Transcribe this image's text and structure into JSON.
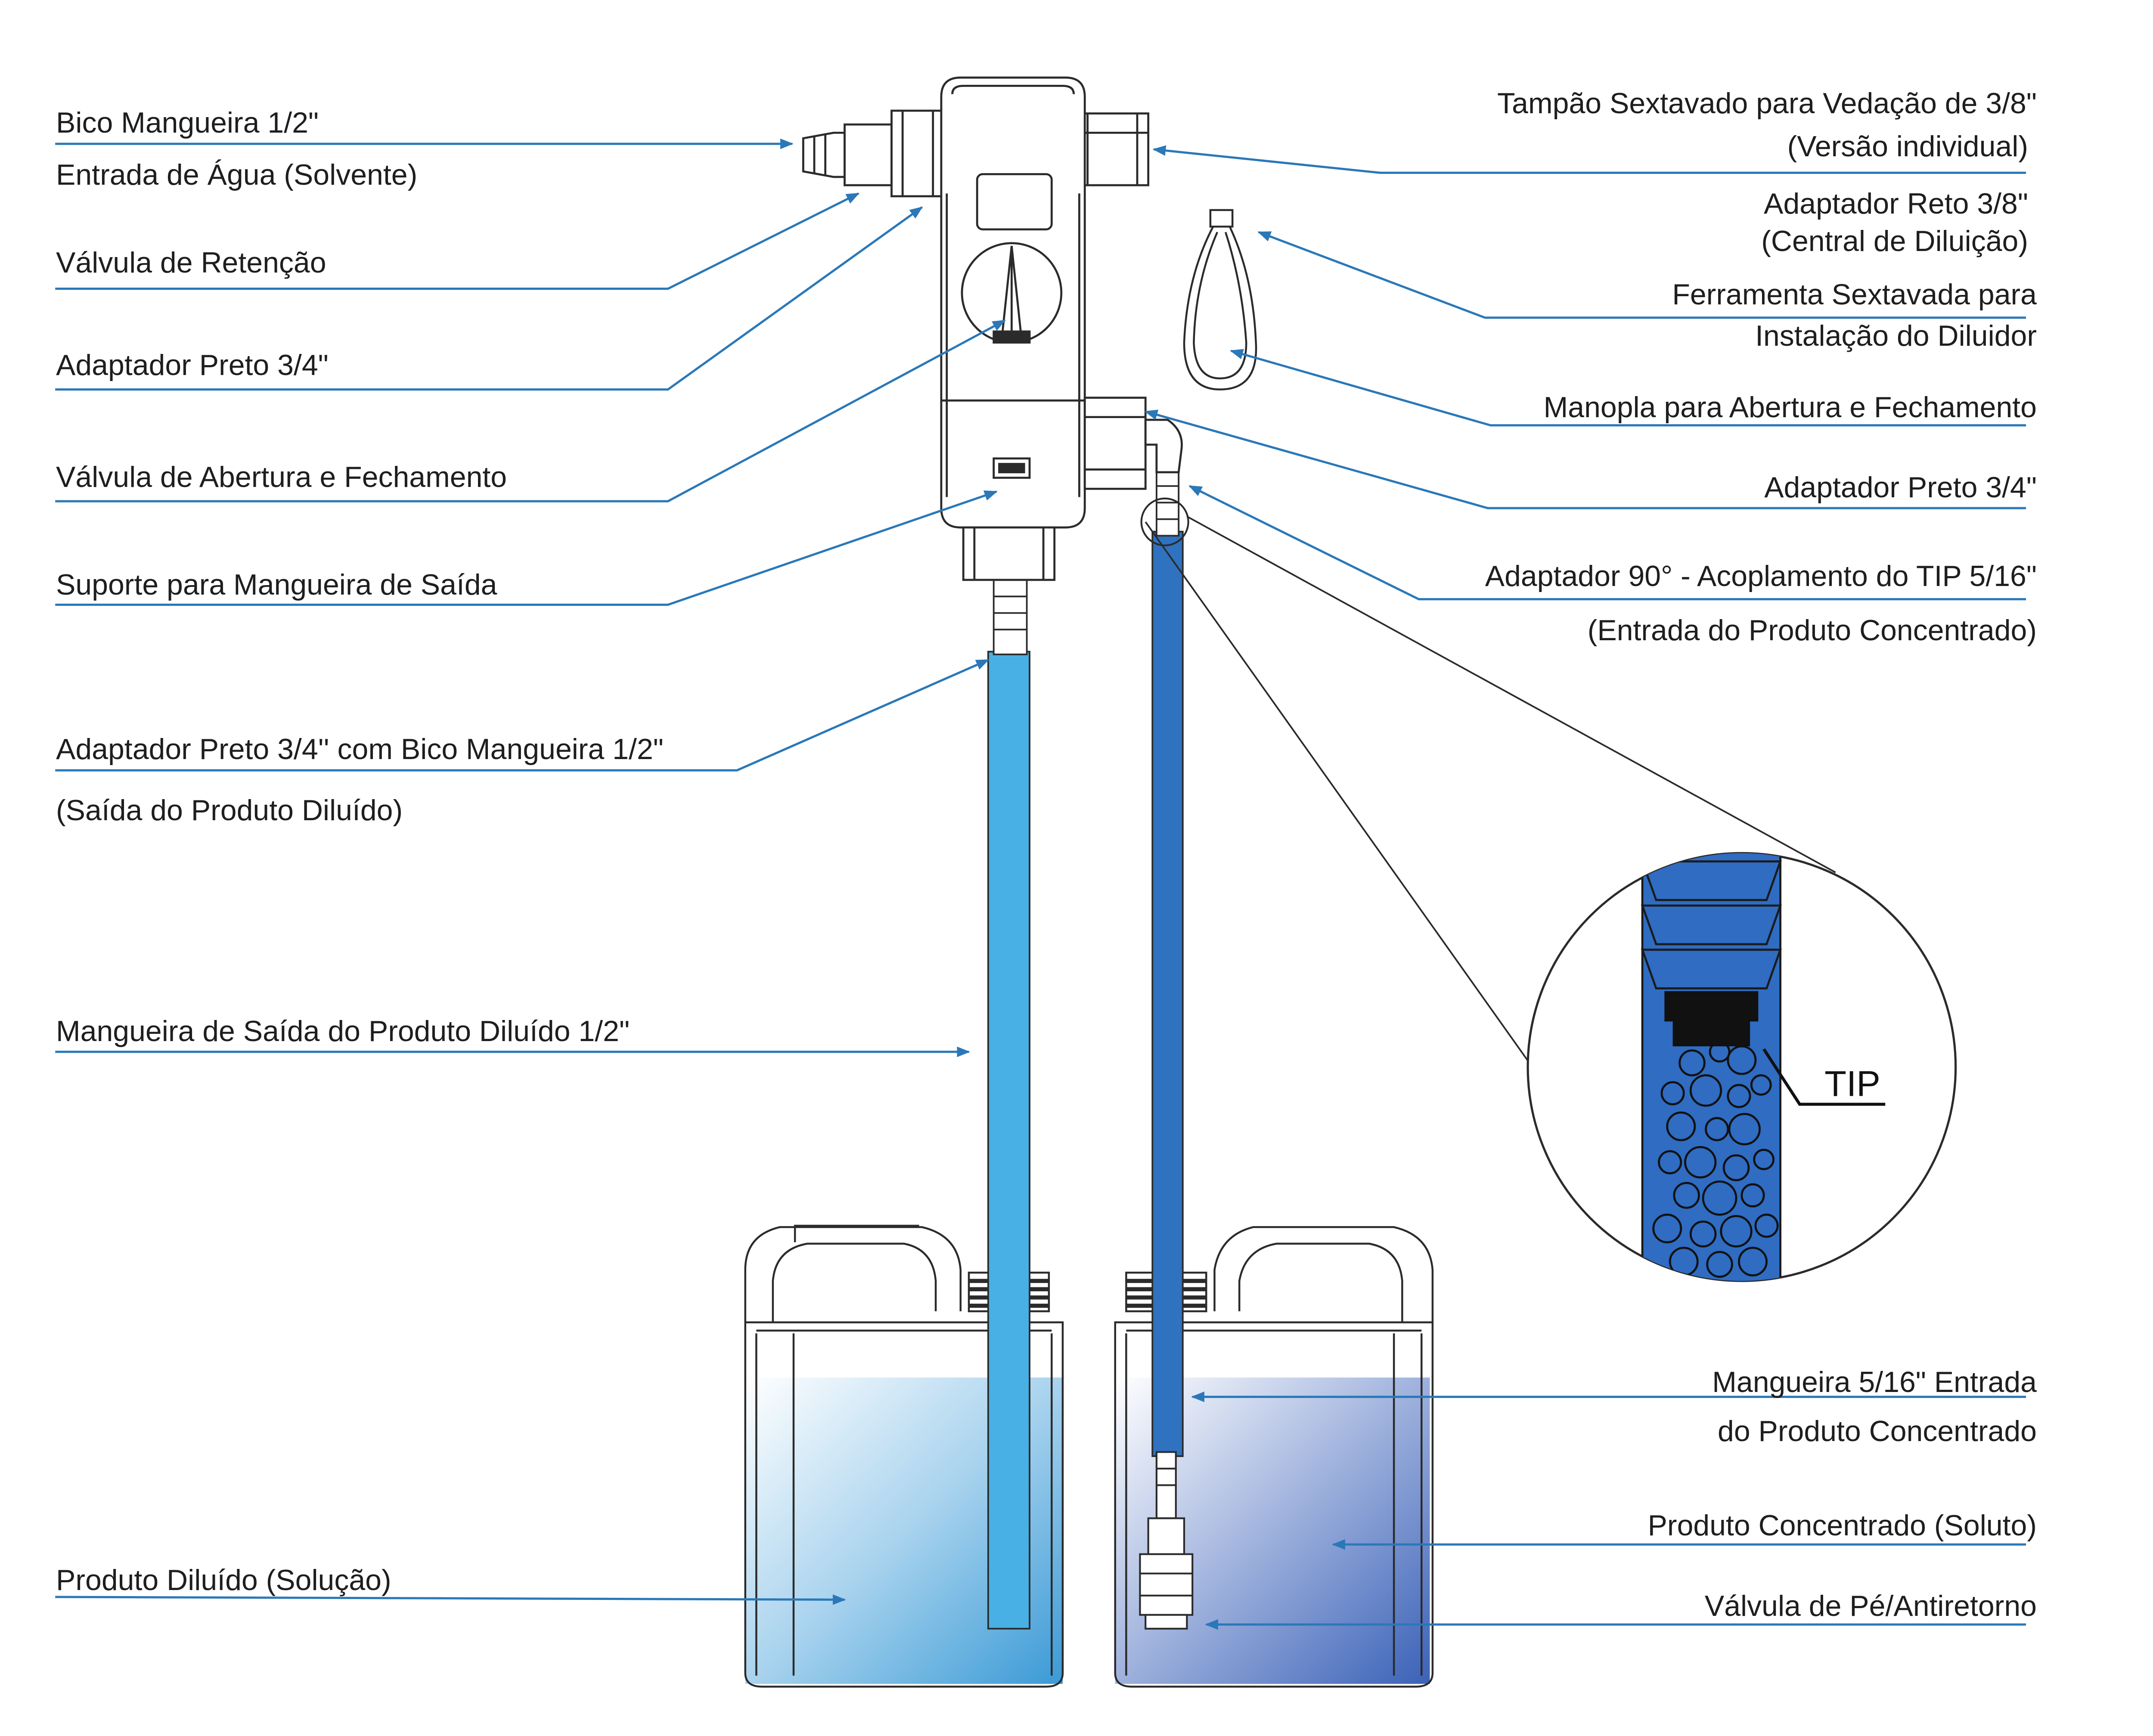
{
  "labels": {
    "bico_mangueira": "Bico Mangueira 1/2\"",
    "entrada_agua": "Entrada de Água (Solvente)",
    "valvula_retencao": "Válvula de Retenção",
    "adaptador_preto_left": "Adaptador Preto 3/4\"",
    "valvula_abertura": "Válvula de Abertura e Fechamento",
    "suporte_mangueira": "Suporte para Mangueira de Saída",
    "adaptador_bico_line1": "Adaptador Preto 3/4'' com Bico Mangueira 1/2\"",
    "adaptador_bico_line2": "(Saída do Produto Diluído)",
    "mangueira_saida": "Mangueira de Saída do Produto Diluído 1/2\"",
    "produto_diluido": "Produto Diluído (Solução)",
    "tampao_line1": "Tampão Sextavado para Vedação de 3/8\"",
    "tampao_line2": "(Versão individual)",
    "adaptador_reto_line1": "Adaptador Reto 3/8\"",
    "adaptador_reto_line2": "(Central de Diluição)",
    "ferramenta_line1": "Ferramenta Sextavada para",
    "ferramenta_line2": "Instalação do Diluidor",
    "manopla": "Manopla para Abertura e Fechamento",
    "adaptador_preto_right": "Adaptador Preto 3/4\"",
    "adaptador_90_line1": "Adaptador 90° - Acoplamento do TIP 5/16\"",
    "adaptador_90_line2": "(Entrada do Produto Concentrado)",
    "mangueira_entrada_line1": "Mangueira 5/16\" Entrada",
    "mangueira_entrada_line2": "do Produto Concentrado",
    "produto_concentrado": "Produto Concentrado (Soluto)",
    "valvula_pe": "Válvula de Pé/Antiretorno"
  },
  "detail": {
    "tip_label": "TIP"
  },
  "colors": {
    "leader": "#2a78b8",
    "outline": "#2b2b2b",
    "hose_light": "#48b0e4",
    "hose_dark": "#2f72bf",
    "tip_fill": "#2f6cc2",
    "text": "#1e1e1e"
  }
}
